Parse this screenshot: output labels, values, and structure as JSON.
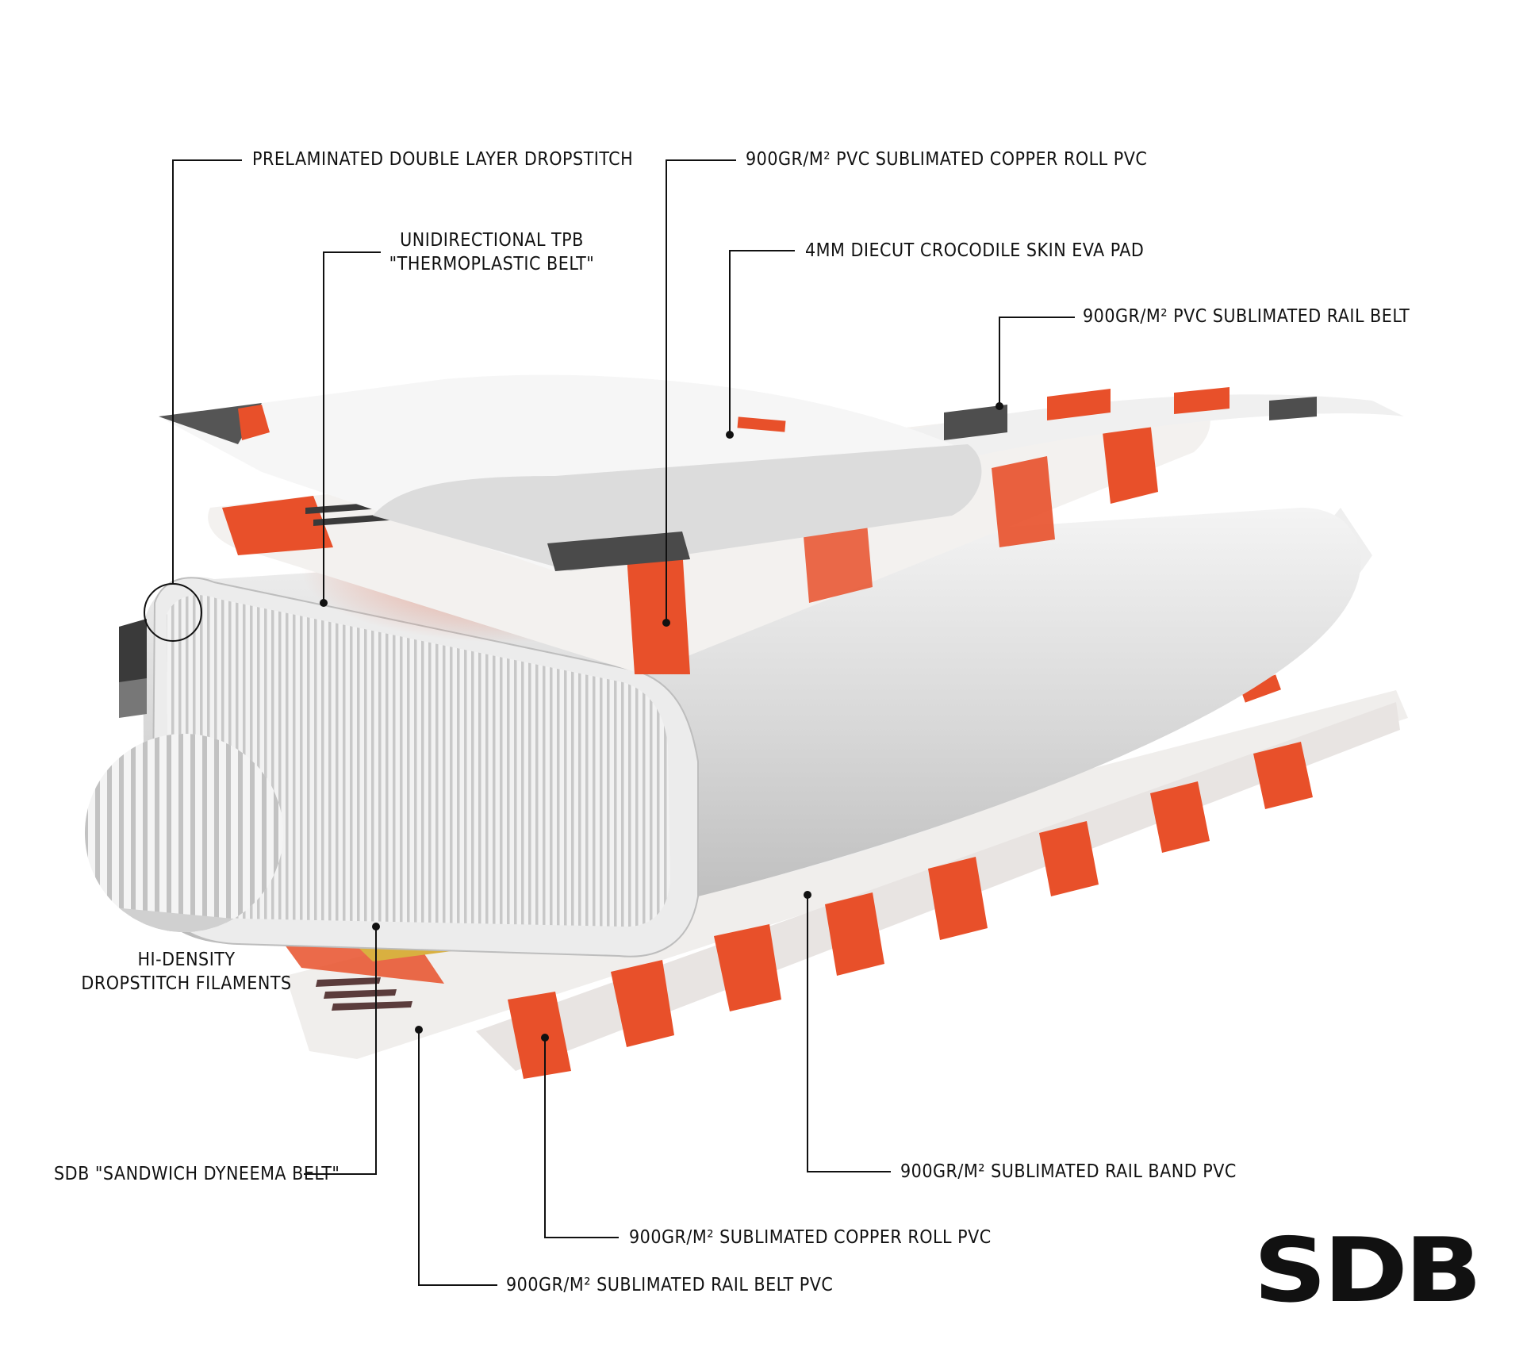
{
  "labels": {
    "prelaminated": "PRELAMINATED DOUBLE LAYER DROPSTITCH",
    "tpb_line1": "UNIDIRECTIONAL TPB",
    "tpb_line2": "\"THERMOPLASTIC BELT\"",
    "copper_top": "900GR/M² PVC SUBLIMATED COPPER ROLL PVC",
    "eva_pad": "4MM DIECUT CROCODILE SKIN EVA PAD",
    "rail_belt_top": "900GR/M² PVC SUBLIMATED RAIL BELT",
    "hidensity_line1": "HI-DENSITY",
    "hidensity_line2": "DROPSTITCH FILAMENTS",
    "sdb_belt": "SDB \"SANDWICH DYNEEMA BELT\"",
    "rail_band": "900GR/M² SUBLIMATED RAIL BAND PVC",
    "copper_bottom": "900GR/M² SUBLIMATED COPPER ROLL PVC",
    "rail_belt_bottom": "900GR/M² SUBLIMATED RAIL BELT PVC"
  },
  "logo": "SDB",
  "colors": {
    "accent_orange": "#e8502a",
    "dark_grey": "#4a4a4a",
    "light_grey": "#e6e6e6",
    "gold": "#d9b040",
    "line": "#111111"
  }
}
